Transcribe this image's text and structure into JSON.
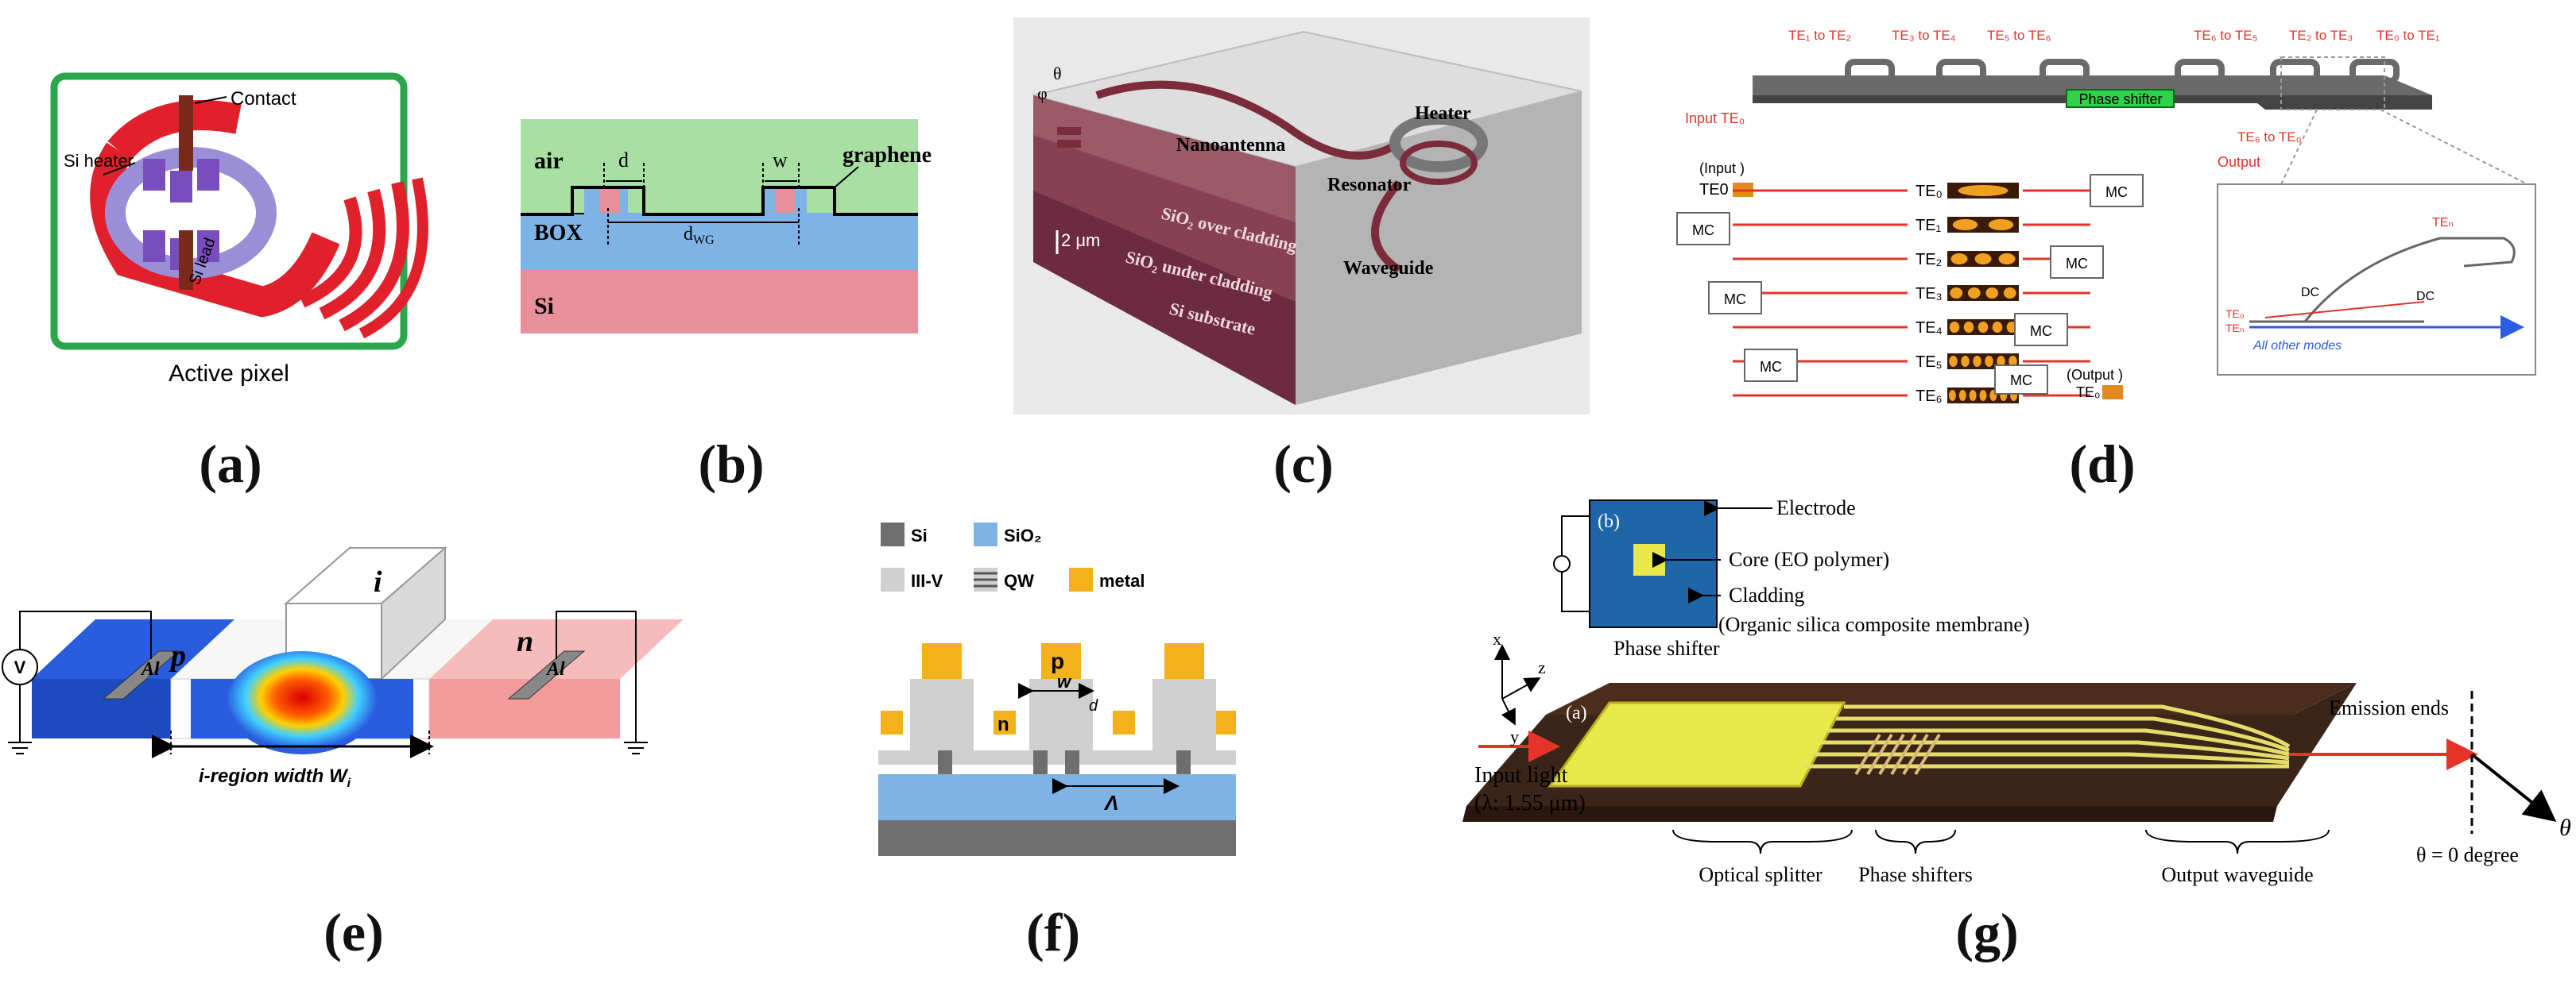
{
  "captions": {
    "a": "(a)",
    "b": "(b)",
    "c": "(c)",
    "d": "(d)",
    "e": "(e)",
    "f": "(f)",
    "g": "(g)"
  },
  "panel_a": {
    "contact": "Contact",
    "si_heater": "Si heater",
    "si_lead": "Si lead",
    "title": "Active pixel"
  },
  "panel_b": {
    "air": "air",
    "d": "d",
    "w": "w",
    "graphene": "graphene",
    "box": "BOX",
    "dwg": "d",
    "dwg_sub": "WG",
    "si": "Si"
  },
  "panel_c": {
    "heater": "Heater",
    "nanoantenna": "Nanoantenna",
    "resonator": "Resonator",
    "sio2_over": "SiO₂ over cladding",
    "waveguide": "Waveguide",
    "sio2_under": "SiO₂ under cladding",
    "si_substrate": "Si substrate",
    "scale": "2 μm",
    "theta": "θ",
    "phi": "φ"
  },
  "panel_d": {
    "top_labels": [
      "TE₁ to TE₂",
      "TE₃ to TE₄",
      "TE₅ to TE₆",
      "TE₆ to TE₅",
      "TE₂ to TE₃",
      "TE₀ to TE₁"
    ],
    "input": "Input TE₀",
    "phase_shifter": "Phase shifter",
    "te6_to_te0": "TE₆ to TE₀",
    "output": "Output",
    "input_label": "(Input )",
    "te0_in": "TE0",
    "modes": [
      "TE₀",
      "TE₁",
      "TE₂",
      "TE₃",
      "TE₄",
      "TE₅",
      "TE₆"
    ],
    "mc": "MC",
    "output_label": "(Output )",
    "te0_out": "TE₀",
    "dc": "DC",
    "te_n": "TEₙ",
    "te0_small": "TE₀",
    "te_n_small": "TEₙ",
    "all_other": "All other modes"
  },
  "panel_e": {
    "v": "V",
    "al": "Al",
    "p": "p",
    "i": "i",
    "n": "n",
    "width": "i-region width W",
    "width_sub": "i"
  },
  "panel_f": {
    "legend": [
      "Si",
      "SiO₂",
      "III-V",
      "QW",
      "metal"
    ],
    "p": "p",
    "n": "n",
    "w": "w",
    "d": "d",
    "lambda": "Λ"
  },
  "panel_g": {
    "electrode": "Electrode",
    "b": "(b)",
    "core": "Core (EO polymer)",
    "cladding": "Cladding",
    "cladding2": "(Organic silica composite membrane)",
    "phase_shifter": "Phase shifter",
    "x": "x",
    "z": "z",
    "y": "y",
    "a": "(a)",
    "input": "Input light",
    "lambda": "(λ: 1.55 μm)",
    "emission": "Emission ends",
    "theta": "θ",
    "theta0": "θ = 0 degree",
    "splitter": "Optical splitter",
    "shifters": "Phase shifters",
    "output": "Output waveguide"
  },
  "colors": {
    "green_frame": "#2aa64c",
    "box_blue": "#7fb3e6",
    "si_pink": "#e88f99",
    "air_green": "#a8dfa2",
    "dark_si": "#6e6e6e",
    "chip_brown": "#3b2418",
    "gold": "#e9d94a",
    "arrow_red": "#e5332a"
  }
}
